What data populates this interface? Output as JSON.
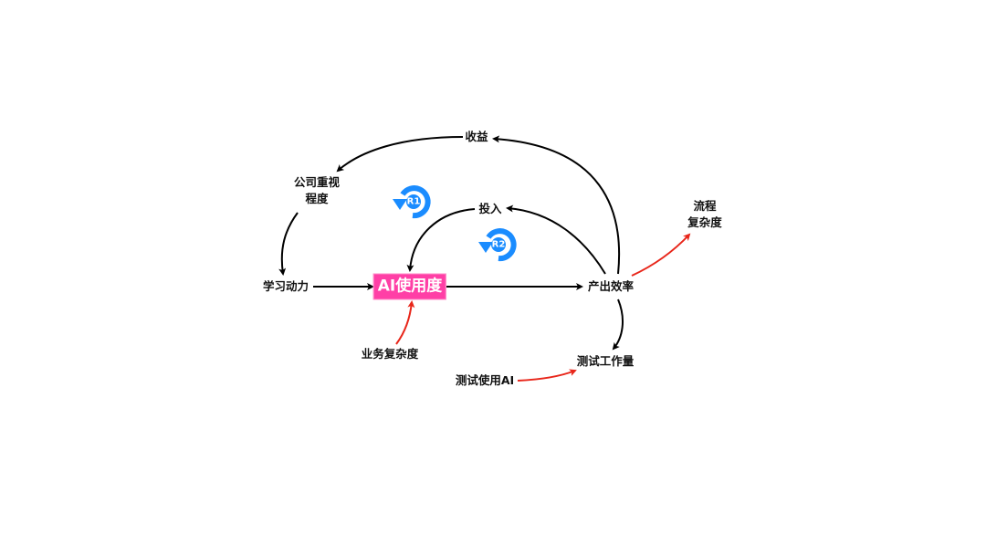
{
  "nodes": {
    "shouyi": "收益",
    "gongsi_1": "公司重视",
    "gongsi_2": "程度",
    "xuexi": "学习动力",
    "ai_usage": "AI使用度",
    "chanchu": "产出效率",
    "touru": "投入",
    "liucheng_1": "流程",
    "liucheng_2": "复杂度",
    "yewu": "业务复杂度",
    "ceshi_gongzuo": "测试工作量",
    "ceshi_ai": "测试使用AI"
  },
  "loops": {
    "r1": "R1",
    "r2": "R2"
  },
  "colors": {
    "highlight": "#ff3fa6",
    "loop": "#1a8cff",
    "positive_link": "#000000",
    "external_link": "#e8261a"
  }
}
